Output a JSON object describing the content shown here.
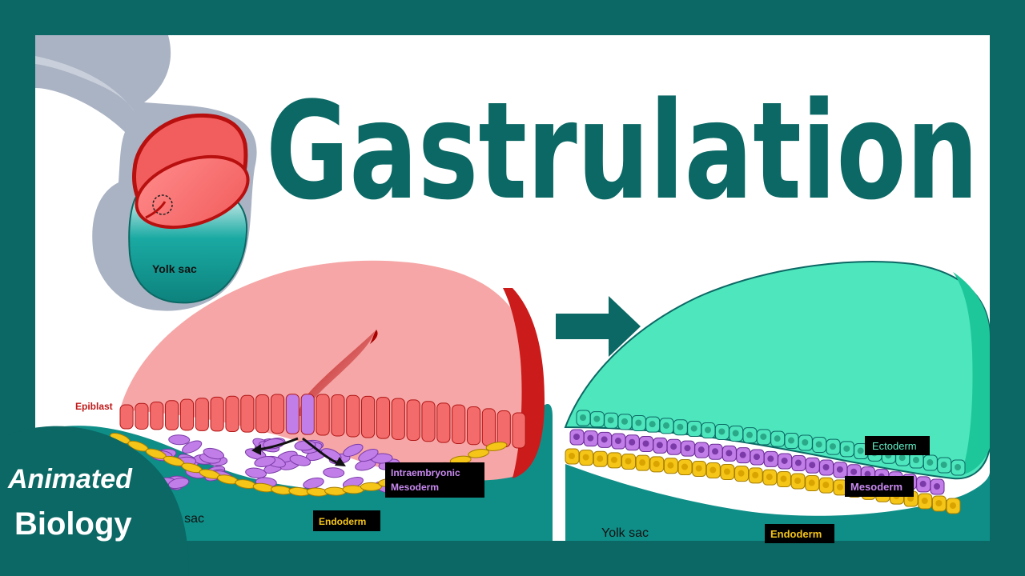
{
  "title": "Gastrulation",
  "labels": {
    "yolk_sac_top": "Yolk sac",
    "yolk_sac_left": "Yolk sac",
    "yolk_sac_right": "Yolk sac",
    "epiblast": "Epiblast",
    "intraembryonic_mesoderm_line1": "Intraembryonic",
    "intraembryonic_mesoderm_line2": "Mesoderm",
    "endoderm_left": "Endoderm",
    "ectoderm": "Ectoderm",
    "mesoderm": "Mesoderm",
    "endoderm_right": "Endoderm"
  },
  "logo": {
    "line1": "Animated",
    "line2": "Biology"
  },
  "colors": {
    "frame": "#0b6864",
    "panel": "#ffffff",
    "title": "#0b6864",
    "epiblast_pink": "#f6a6a6",
    "epiblast_red": "#cc1b1b",
    "epiblast_cells": "#f46b6b",
    "mesoderm_purple": "#c17ee8",
    "endoderm_yellow": "#f5c518",
    "ectoderm_green": "#4ee6bd",
    "yolk_sac_teal": "#0f8e88",
    "label_box": "#000000",
    "mesoderm_text": "#c98af0",
    "endoderm_text": "#f5c518",
    "ectoderm_text": "#5ff0c6"
  }
}
